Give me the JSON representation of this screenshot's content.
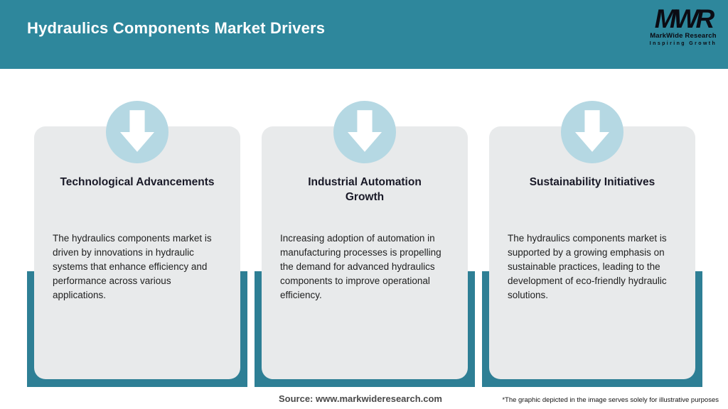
{
  "header": {
    "title": "Hydraulics Components Market Drivers"
  },
  "logo": {
    "monogram": "MWR",
    "name": "MarkWide Research",
    "tagline": "Inspiring Growth"
  },
  "cards": [
    {
      "title": "Technological Advancements",
      "body": "The hydraulics components market is driven by innovations in hydraulic systems that enhance efficiency and performance across various applications."
    },
    {
      "title": "Industrial Automation Growth",
      "body": "Increasing adoption of automation in manufacturing processes is propelling the demand for advanced hydraulics components to improve operational efficiency."
    },
    {
      "title": "Sustainability Initiatives",
      "body": "The hydraulics components market is supported by a growing emphasis on sustainable practices, leading to the development of eco-friendly hydraulic solutions."
    }
  ],
  "footer": {
    "source": "Source: www.markwideresearch.com",
    "disclaimer": "*The graphic depicted in the image serves solely for illustrative purposes"
  },
  "colors": {
    "header_teal": "#2e879c",
    "backing_teal": "#2e7f95",
    "card_gray": "#e8eaeb",
    "circle_blue": "#b5d8e3",
    "title_text": "#191927",
    "body_text": "#212121"
  },
  "icons": {
    "arrow": "down-arrow-icon"
  }
}
